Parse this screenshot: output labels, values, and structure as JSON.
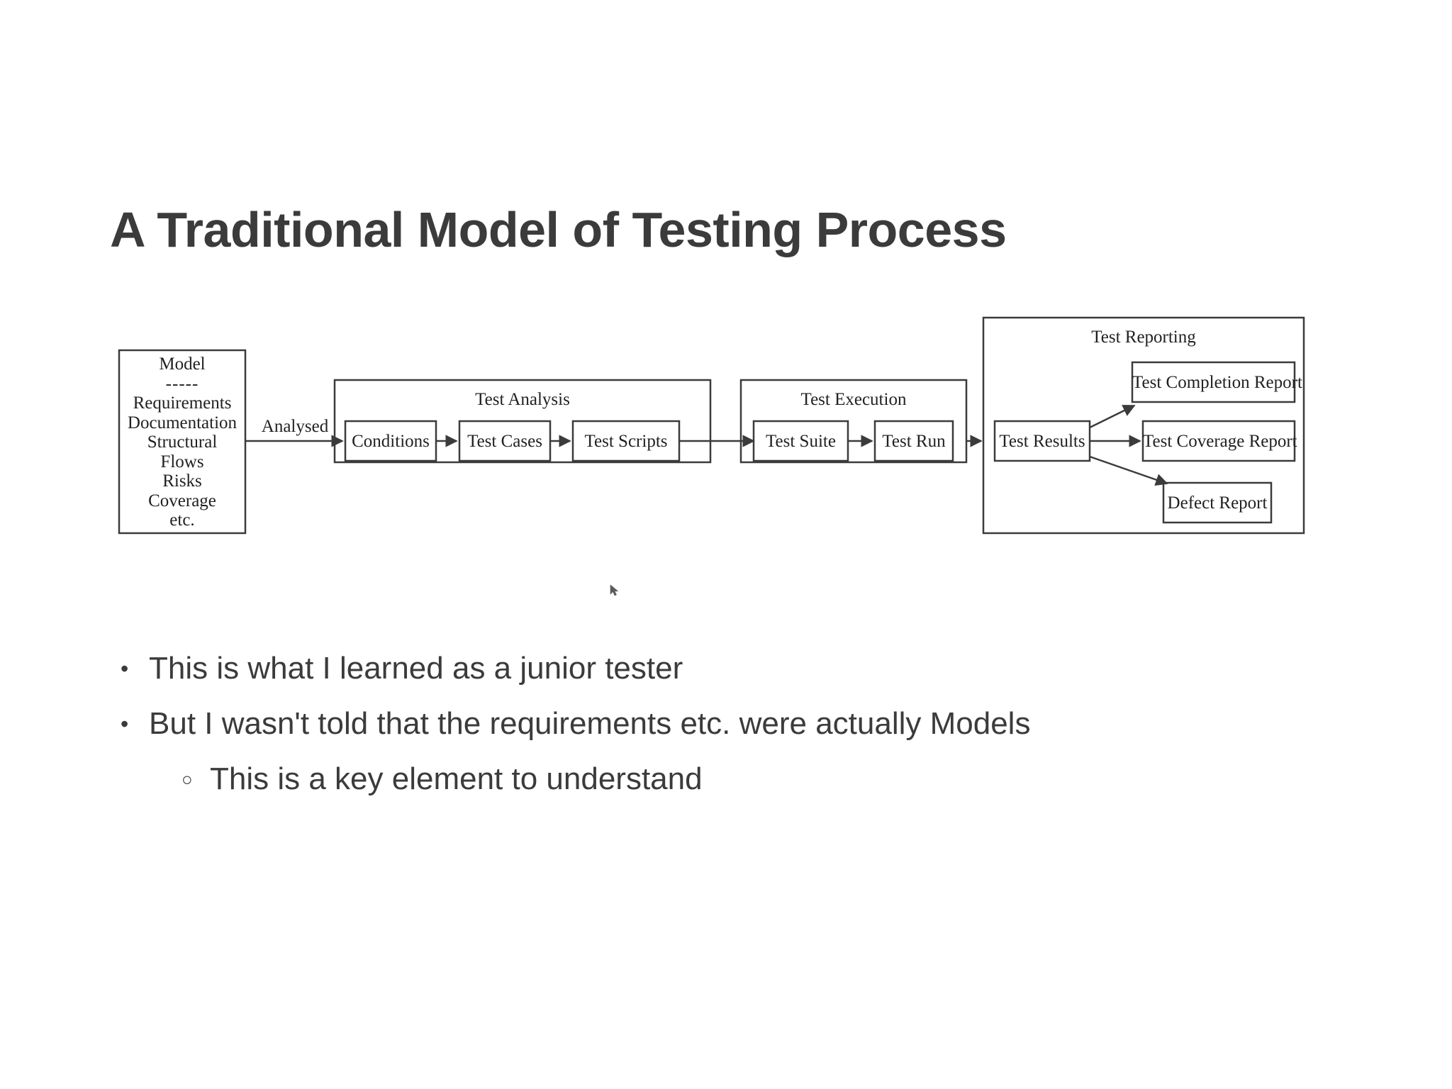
{
  "slide": {
    "title": "A Traditional Model of Testing Process",
    "background_color": "#ffffff",
    "title_color": "#3b3b3b",
    "body_text_color": "#3b3b3b",
    "diagram_line_color": "#3b3b3b"
  },
  "diagram": {
    "model_box": {
      "title": "Model",
      "separator": "-----",
      "items": [
        "Requirements",
        "Documentation",
        "Structural",
        "Flows",
        "Risks",
        "Coverage",
        "etc."
      ]
    },
    "edge_labels": {
      "analysed": "Analysed"
    },
    "groups": [
      {
        "name": "test-analysis",
        "title": "Test Analysis",
        "nodes": [
          "Conditions",
          "Test Cases",
          "Test Scripts"
        ]
      },
      {
        "name": "test-execution",
        "title": "Test Execution",
        "nodes": [
          "Test Suite",
          "Test Run"
        ]
      },
      {
        "name": "test-reporting",
        "title": "Test Reporting",
        "nodes": [
          "Test Results",
          "Test Completion Report",
          "Test Coverage Report",
          "Defect Report"
        ]
      }
    ]
  },
  "bullets": [
    {
      "level": 1,
      "marker": "•",
      "text": "This is what I learned as a junior tester"
    },
    {
      "level": 1,
      "marker": "•",
      "text": "But I wasn't told that the requirements etc. were actually Models"
    },
    {
      "level": 2,
      "marker": "○",
      "text": "This is a key element to understand"
    }
  ]
}
